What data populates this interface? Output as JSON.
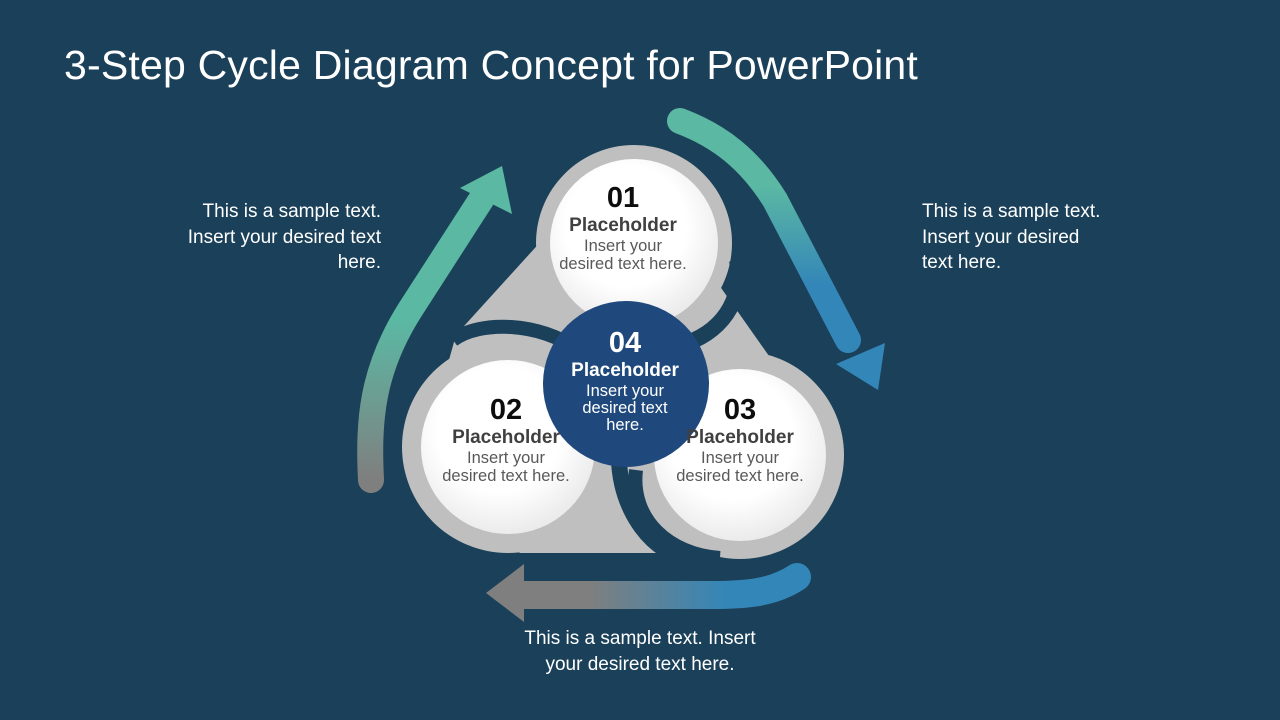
{
  "slide": {
    "title": "3-Step Cycle Diagram Concept for PowerPoint",
    "background_color": "#1b4059"
  },
  "steps": [
    {
      "number": "01",
      "heading": "Placeholder",
      "desc_line1": "Insert your",
      "desc_line2": "desired text here."
    },
    {
      "number": "02",
      "heading": "Placeholder",
      "desc_line1": "Insert your",
      "desc_line2": "desired text here."
    },
    {
      "number": "03",
      "heading": "Placeholder",
      "desc_line1": "Insert your",
      "desc_line2": "desired text here."
    },
    {
      "number": "04",
      "heading": "Placeholder",
      "desc_line1": "Insert your",
      "desc_line2": "desired text",
      "desc_line3": "here."
    }
  ],
  "callouts": {
    "left": {
      "line1": "This is a sample text.",
      "line2": "Insert your desired text",
      "line3": "here."
    },
    "right": {
      "line1": "This is a sample text.",
      "line2": "Insert your desired",
      "line3": "text here."
    },
    "bottom": {
      "line1": "This is a sample text. Insert",
      "line2": "your desired text here."
    }
  },
  "colors": {
    "teal": "#5bb8a3",
    "blue": "#3386b8",
    "gray": "#7f7f7f",
    "ring_gray": "#bfbfbf",
    "center_blue": "#1f497d"
  }
}
